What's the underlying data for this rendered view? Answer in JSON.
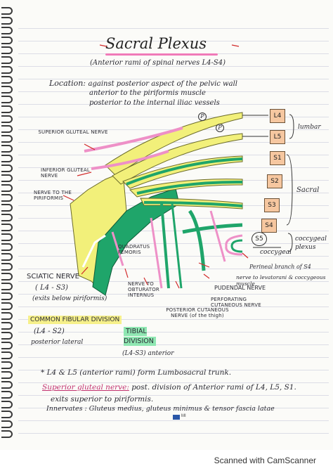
{
  "title": "Sacral Plexus",
  "subtitle": "(Anterior rami of spinal nerves L4-S4)",
  "location": {
    "label": "Location:",
    "line1": "against posterior aspect of the pelvic wall",
    "line2": "anterior to the piriformis muscle",
    "line3": "posterior to the internal iliac vessels"
  },
  "roots": {
    "lumbar": [
      "L4",
      "L5"
    ],
    "sacral": [
      "S1",
      "S2",
      "S3",
      "S4"
    ],
    "coccygeal": "S5",
    "lumbar_label": "lumbar",
    "sacral_label": "Sacral",
    "coccygeal_plexus_label": "coccygeal plexus",
    "coccygeal_label": "coccygeal",
    "p_marker": "P"
  },
  "labels": {
    "superior_gluteal": "SUPERIOR GLUTEAL NERVE",
    "inferior_gluteal": "INFERIOR GLUTEAL NERVE",
    "nerve_piriformis": "NERVE TO THE PIRIFORMIS",
    "quadratus": "QUADRATUS FEMORIS",
    "sciatic": "SCIATIC NERVE",
    "sciatic_roots": "( L4 - S3)",
    "sciatic_note": "(exits below piriformis)",
    "obturator": "NERVE TO OBTURATOR INTERNUS",
    "post_cut": "POSTERIOR CUTANEOUS NERVE (of the thigh)",
    "pudendal": "PUDENDAL NERVE",
    "perforating": "PERFORATING CUTANEOUS NERVE",
    "perineal": "Perineal branch of S4",
    "levatorani": "nerve to levatorani & coccygeous muscle",
    "common_fibular": "COMMON FIBULAR DIVISION",
    "cf_roots": "(L4 - S2)",
    "cf_note": "posterior lateral",
    "tibial": "TIBIAL DIVISION",
    "tib_roots": "(L4-S3) anterior"
  },
  "notes": {
    "line1": "* L4 & L5 (anterior rami) form Lumbosacral trunk.",
    "line2_hl": "Superior gluteal nerve:",
    "line2": "post. division of Anterior rami of L4, L5, S1.",
    "line3": "exits superior to piriformis.",
    "line4": "Innervates : Gluteus medius, gluteus minimus & tensor fascia latae"
  },
  "watermark": "MI",
  "footer": "Scanned with CamScanner",
  "colors": {
    "yellow": "#f2f07a",
    "green": "#1fa56a",
    "pink": "#ee90c7",
    "box": "#f6c7a0",
    "red_arrow": "#d22a2a"
  }
}
